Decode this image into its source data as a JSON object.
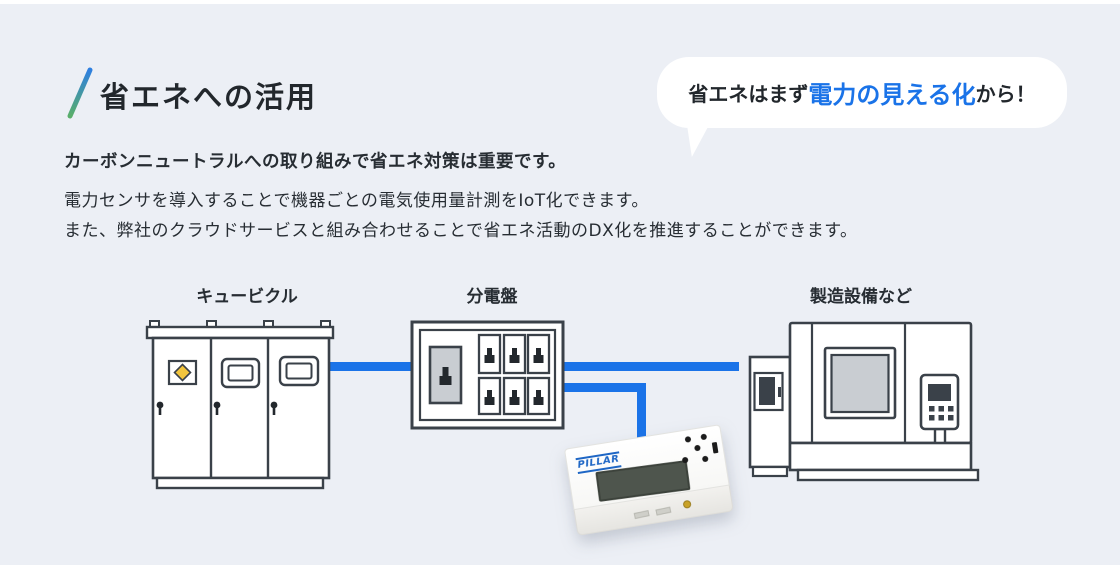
{
  "colors": {
    "section_background": "#ECEFF5",
    "accent_blue": "#1A73E8",
    "outline": "#3A4149",
    "highlight_text_blue": "#1A73E8",
    "warning_yellow": "#F2C53D",
    "slash_gradient_top": "#2E7FE0",
    "slash_gradient_bottom": "#59AE6A",
    "text": "#272D33"
  },
  "header": {
    "title": "省エネへの活用"
  },
  "speech_bubble": {
    "prefix": "省エネはまず",
    "highlight": "電力の見える化",
    "suffix": "から！"
  },
  "intro": {
    "lead": "カーボンニュートラルへの取り組みで省エネ対策は重要です。",
    "line2": "電力センサを導入することで機器ごとの電気使用量計測をIoT化できます。",
    "line3": "また、弊社のクラウドサービスと組み合わせることで省エネ活動のDX化を推進することができます。"
  },
  "diagram": {
    "nodes": [
      {
        "label": "キュービクル"
      },
      {
        "label": "分電盤"
      },
      {
        "label": "製造設備など"
      }
    ],
    "sensor": {
      "brand": "PILLAR"
    }
  }
}
